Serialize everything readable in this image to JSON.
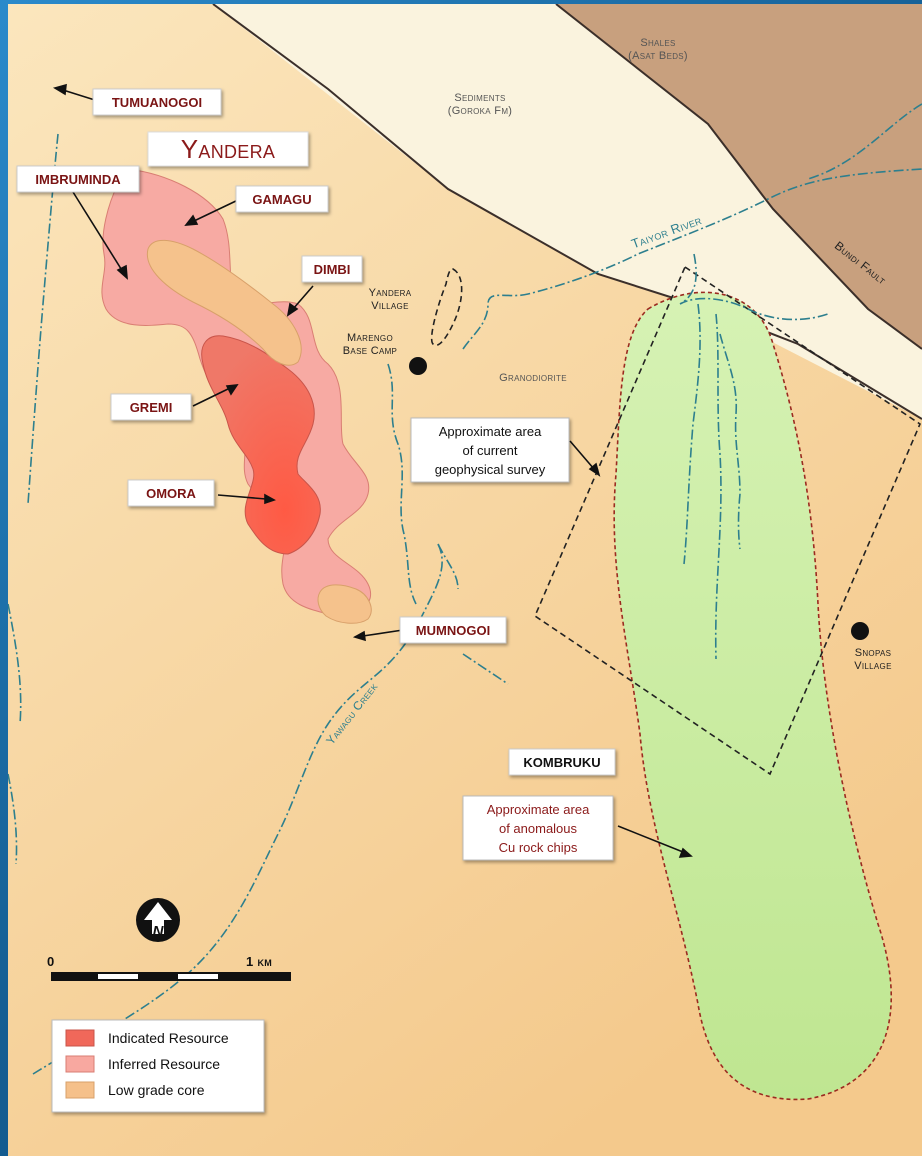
{
  "map": {
    "brand": "Yandera",
    "prospects": {
      "tumuanogoi": "TUMUANOGOI",
      "imbruminda": "IMBRUMINDA",
      "gamagu": "GAMAGU",
      "dimbi": "DIMBI",
      "gremi": "GREMI",
      "omora": "OMORA",
      "mumnogoi": "MUMNOGOI",
      "kombruku": "KOMBRUKU"
    },
    "geology": {
      "shales_1": "Shales",
      "shales_2": "(Asat Beds)",
      "sediments_1": "Sediments",
      "sediments_2": "(Goroka Fm)",
      "granodiorite": "Granodiorite",
      "bundi_fault": "Bundi Fault"
    },
    "features": {
      "taiyor_river": "Taiyor River",
      "yawagu_creek": "Yawagu Creek",
      "yandera_village_1": "Yandera",
      "yandera_village_2": "Village",
      "marengo_1": "Marengo",
      "marengo_2": "Base Camp",
      "snopas_1": "Snopas",
      "snopas_2": "Village"
    },
    "callouts": {
      "survey": [
        "Approximate area",
        "of current",
        "geophysical survey"
      ],
      "cu": [
        "Approximate area",
        "of anomalous",
        "Cu rock chips"
      ]
    },
    "scale": {
      "start": "0",
      "end": "1 km"
    },
    "north": "N",
    "legend": [
      {
        "label": "Indicated Resource",
        "color": "#f0685a"
      },
      {
        "label": "Inferred Resource",
        "color": "#f8a8a0"
      },
      {
        "label": "Low grade core",
        "color": "#f5c08a"
      }
    ],
    "colors": {
      "brand": "#8b1a1a",
      "shales": "#c8a07e",
      "sediments": "#faf3de",
      "granodiorite": "#f8d9a6",
      "cu_anomaly": "#c8ec9e",
      "river": "#2d7f8e"
    }
  }
}
